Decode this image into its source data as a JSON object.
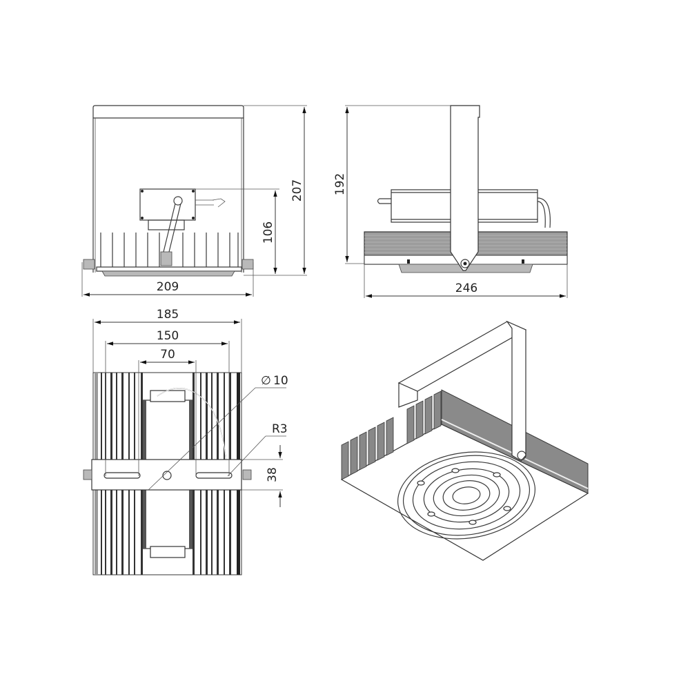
{
  "drawing": {
    "type": "technical-dimension-drawing",
    "subject": "LED high-bay luminaire with mounting bracket",
    "views": {
      "front": {
        "name": "front-view",
        "dimensions": {
          "overall_height": "207",
          "driver_height": "106",
          "overall_width": "209"
        }
      },
      "side": {
        "name": "side-view",
        "dimensions": {
          "bracket_height": "192",
          "overall_width": "246"
        }
      },
      "top": {
        "name": "top-view",
        "dimensions": {
          "overall_width": "185",
          "slot_span": "150",
          "inner_span": "70",
          "hole_diameter_symbol": "∅",
          "hole_diameter": "10",
          "slot_radius": "R3",
          "bracket_width": "38"
        }
      },
      "isometric": {
        "name": "isometric-view"
      }
    },
    "colors": {
      "line": "#3a3a3a",
      "fin_shade": "#9a9a9a",
      "background": "#ffffff"
    }
  }
}
